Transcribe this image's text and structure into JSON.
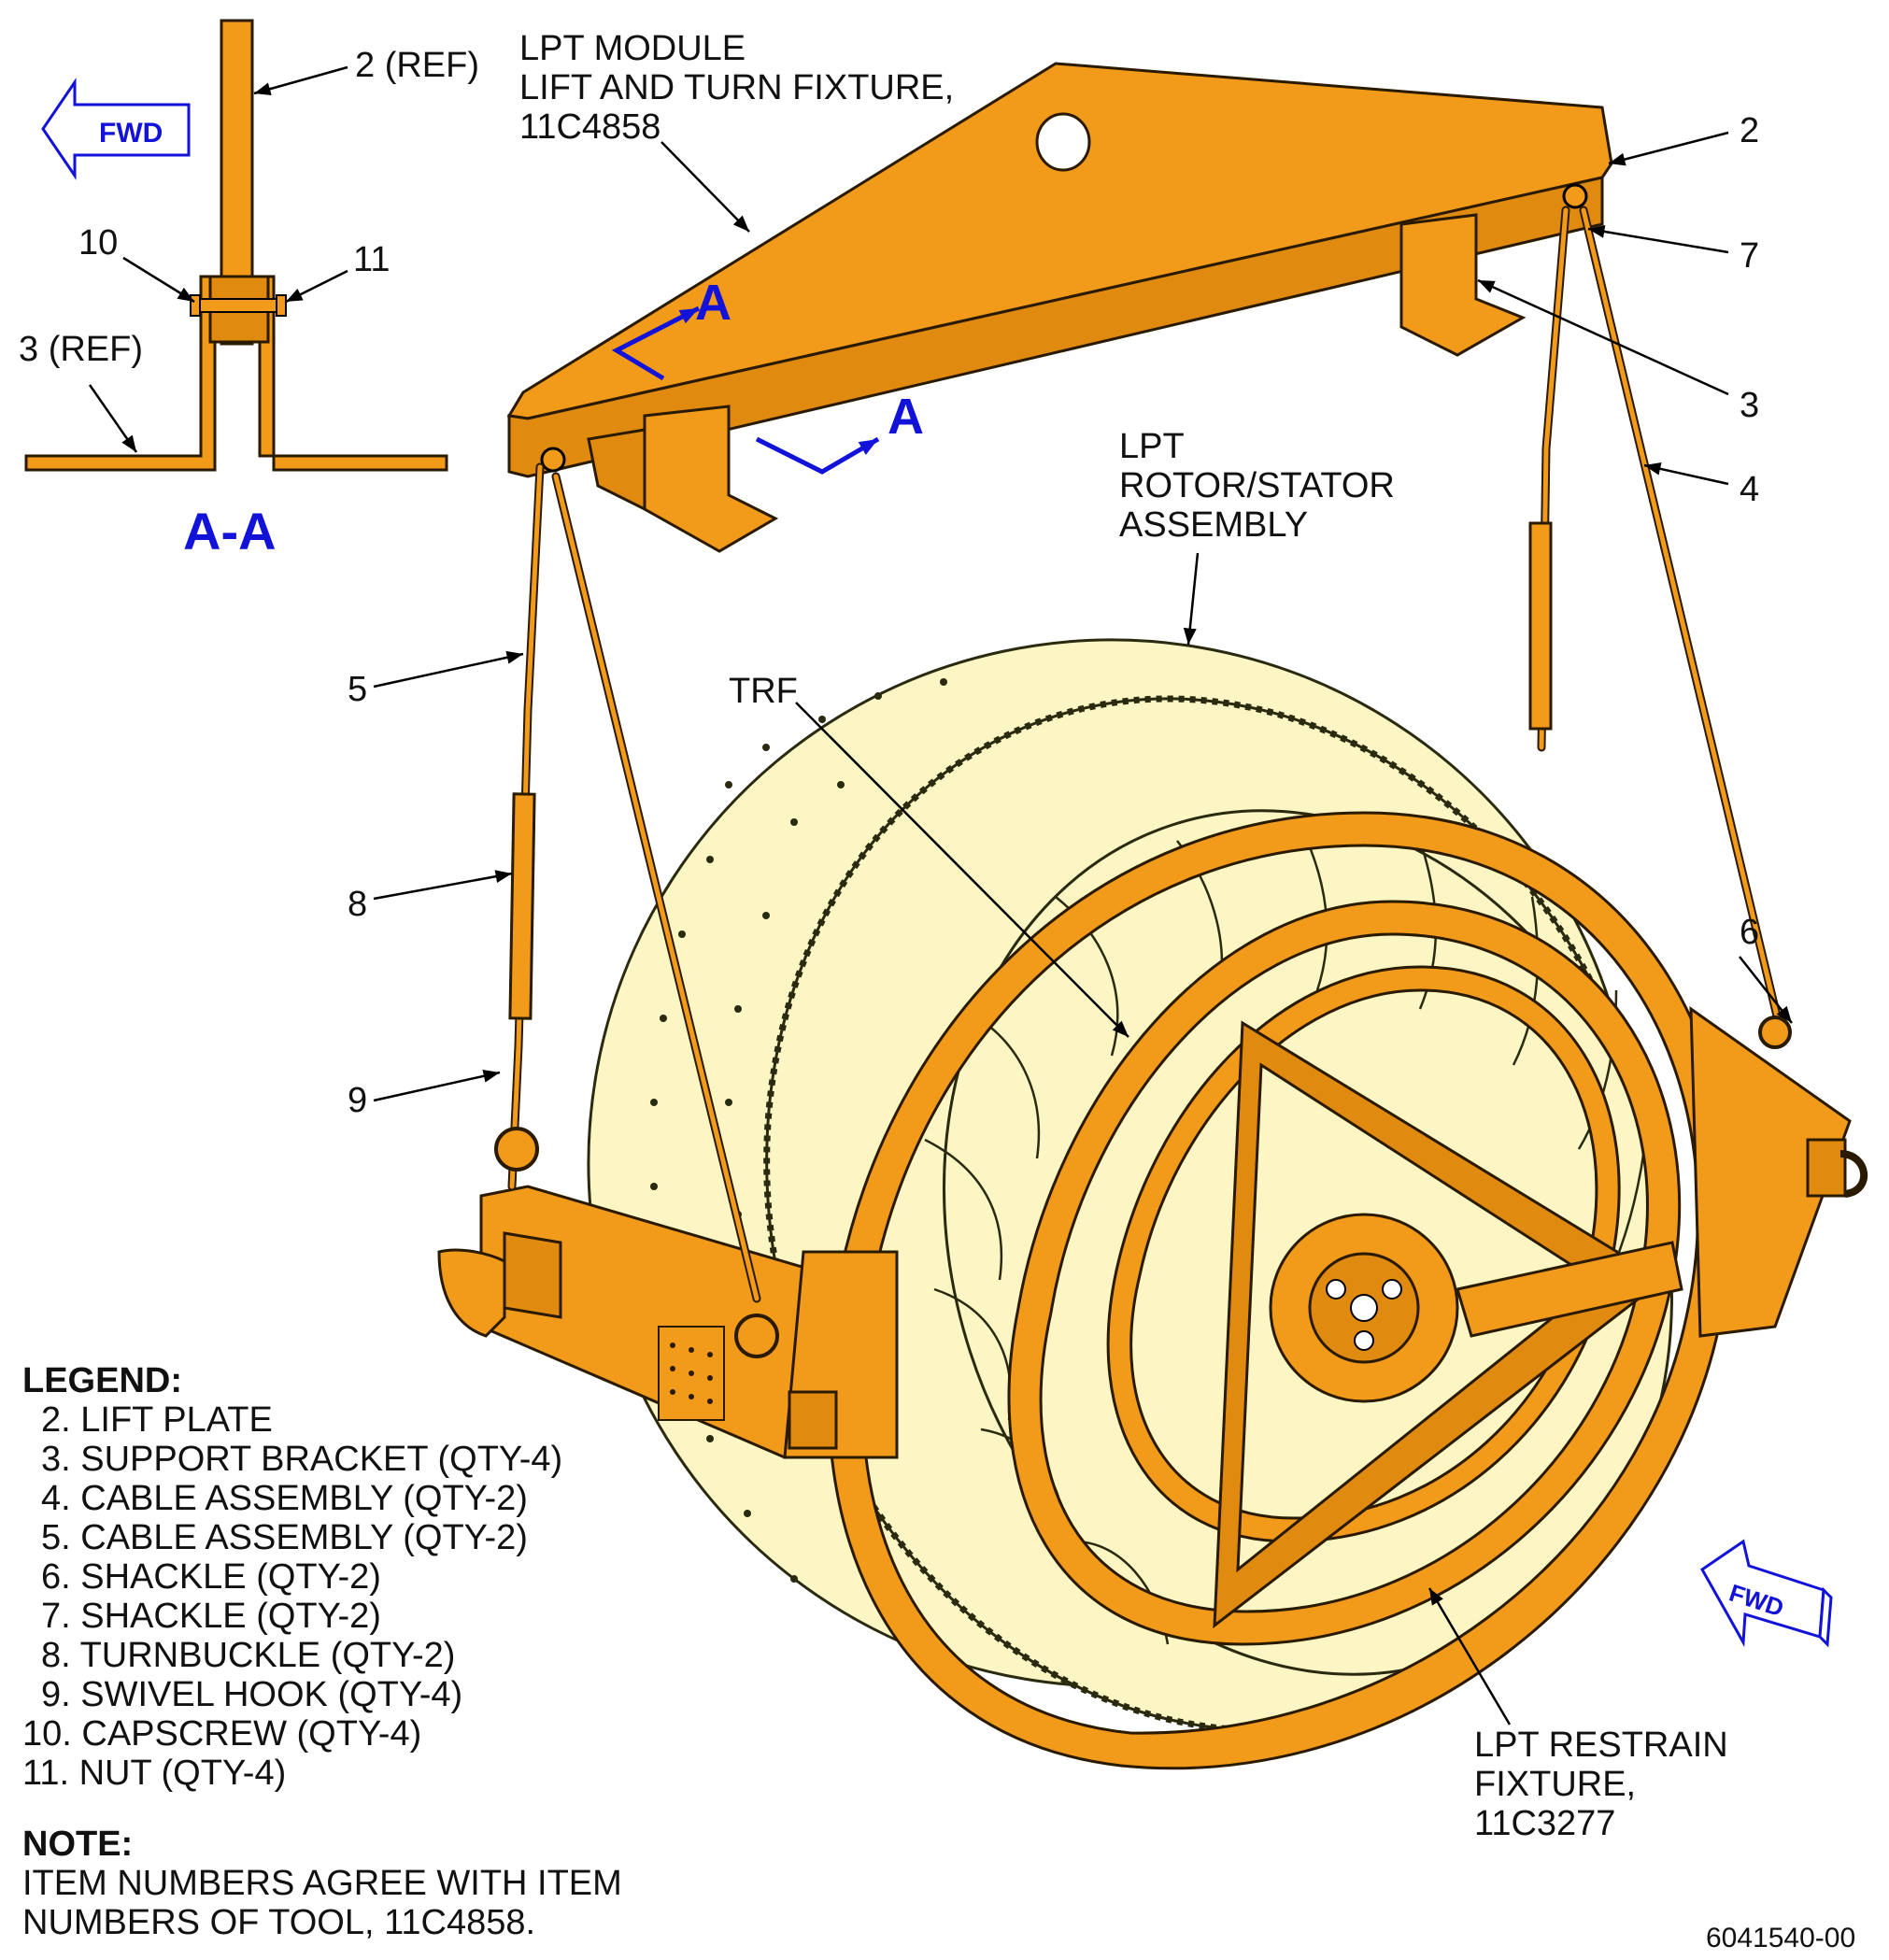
{
  "section": {
    "view_title": "A-A",
    "fwd_label": "FWD",
    "callout_2ref": "2 (REF)",
    "callout_3ref": "3 (REF)",
    "callout_10": "10",
    "callout_11": "11"
  },
  "main": {
    "fixture_name_line1": "LPT MODULE",
    "fixture_name_line2": "LIFT AND TURN FIXTURE,",
    "fixture_name_line3": "11C4858",
    "rotor_label_line1": "LPT",
    "rotor_label_line2": "ROTOR/STATOR",
    "rotor_label_line3": "ASSEMBLY",
    "trf_label": "TRF",
    "restrain_line1": "LPT RESTRAIN",
    "restrain_line2": "FIXTURE,",
    "restrain_line3": "11C3277",
    "section_mark_a1": "A",
    "section_mark_a2": "A",
    "fwd_label": "FWD",
    "callouts": {
      "c2": "2",
      "c7": "7",
      "c3": "3",
      "c4": "4",
      "c5": "5",
      "c8": "8",
      "c9": "9",
      "c6": "6"
    }
  },
  "legend": {
    "title": "LEGEND:",
    "items": [
      "2. LIFT PLATE",
      "3. SUPPORT BRACKET (QTY-4)",
      "4. CABLE ASSEMBLY (QTY-2)",
      "5. CABLE ASSEMBLY (QTY-2)",
      "6. SHACKLE (QTY-2)",
      "7. SHACKLE (QTY-2)",
      "8. TURNBUCKLE (QTY-2)",
      "9. SWIVEL HOOK (QTY-4)",
      "10. CAPSCREW (QTY-4)",
      "11. NUT (QTY-4)"
    ]
  },
  "note": {
    "title": "NOTE:",
    "line1": "ITEM NUMBERS AGREE WITH ITEM",
    "line2": "NUMBERS OF TOOL, 11C4858."
  },
  "drawing_number": "6041540-00",
  "colors": {
    "fixture_orange": "#f29a1a",
    "assembly_cream": "#fbf6c4",
    "section_blue": "#1212d8"
  }
}
